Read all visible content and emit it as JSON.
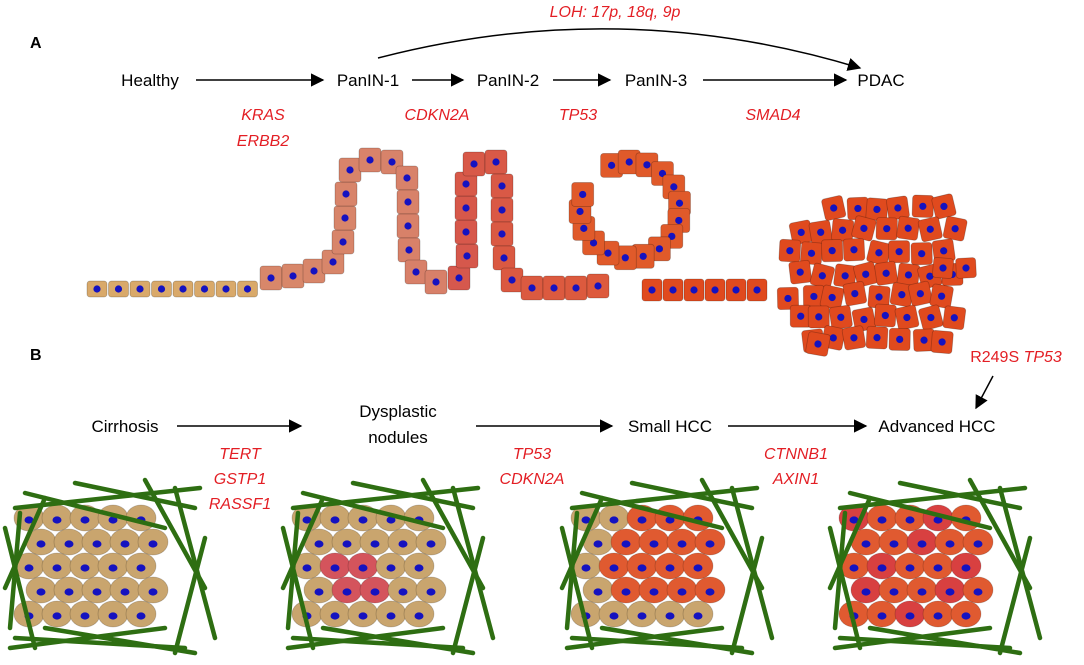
{
  "panel_a": {
    "label": "A",
    "loh_label": "LOH: 17p, 18q, 9p",
    "stages": [
      "Healthy",
      "PanIN-1",
      "PanIN-2",
      "PanIN-3",
      "PDAC"
    ],
    "genes": [
      [
        "KRAS",
        "ERBB2"
      ],
      [
        "CDKN2A"
      ],
      [
        "TP53"
      ],
      [
        "SMAD4"
      ]
    ]
  },
  "panel_b": {
    "label": "B",
    "stages": [
      [
        "Cirrhosis"
      ],
      [
        "Dysplastic",
        "nodules"
      ],
      [
        "Small HCC"
      ],
      [
        "Advanced HCC"
      ]
    ],
    "genes": [
      [
        "TERT",
        "GSTP1",
        "RASSF1"
      ],
      [
        "TP53",
        "CDKN2A"
      ],
      [
        "CTNNB1",
        "AXIN1"
      ]
    ],
    "mutation": {
      "prefix": "R249S",
      "gene": "TP53"
    }
  },
  "colors": {
    "healthy_cell": "#d9a96a",
    "panin1_cell": "#d8876a",
    "panin2_cell": "#d6584d",
    "panin3_cell": "#e05a2a",
    "pdac_cell": "#e04a1e",
    "nucleus": "#1512c0",
    "gene_text": "#e31e24",
    "fiber": "#2e6e12",
    "hepatocyte": "#c9a56e",
    "dysplastic_cell": "#d4545c",
    "tumor_cell": "#e05a30",
    "advanced_cell": "#d84040"
  }
}
